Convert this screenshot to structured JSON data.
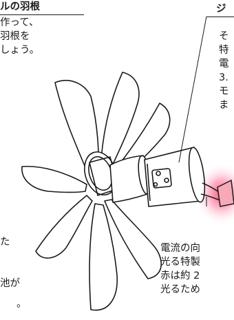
{
  "left_panel": {
    "heading": "ルの羽根",
    "lines": [
      "作って、",
      "羽根を",
      "しょう。"
    ]
  },
  "right_panel": {
    "heading": "ジ",
    "lines": [
      "そ",
      "特",
      "電",
      "3.",
      "モ",
      "ま"
    ]
  },
  "bottom_panel": {
    "lines": [
      "電流の向",
      "光る特製",
      "赤は約 2",
      "光るため"
    ]
  },
  "left_fragments": {
    "char_1": "た",
    "char_2": "池が",
    "char_3": "。"
  },
  "colors": {
    "line": "#1a1a1a",
    "glow": "#ff3b6a",
    "led": "#f7a9b8"
  },
  "illustration": {
    "icons": [
      "fan-blades-icon",
      "motor-icon",
      "led-icon"
    ]
  }
}
